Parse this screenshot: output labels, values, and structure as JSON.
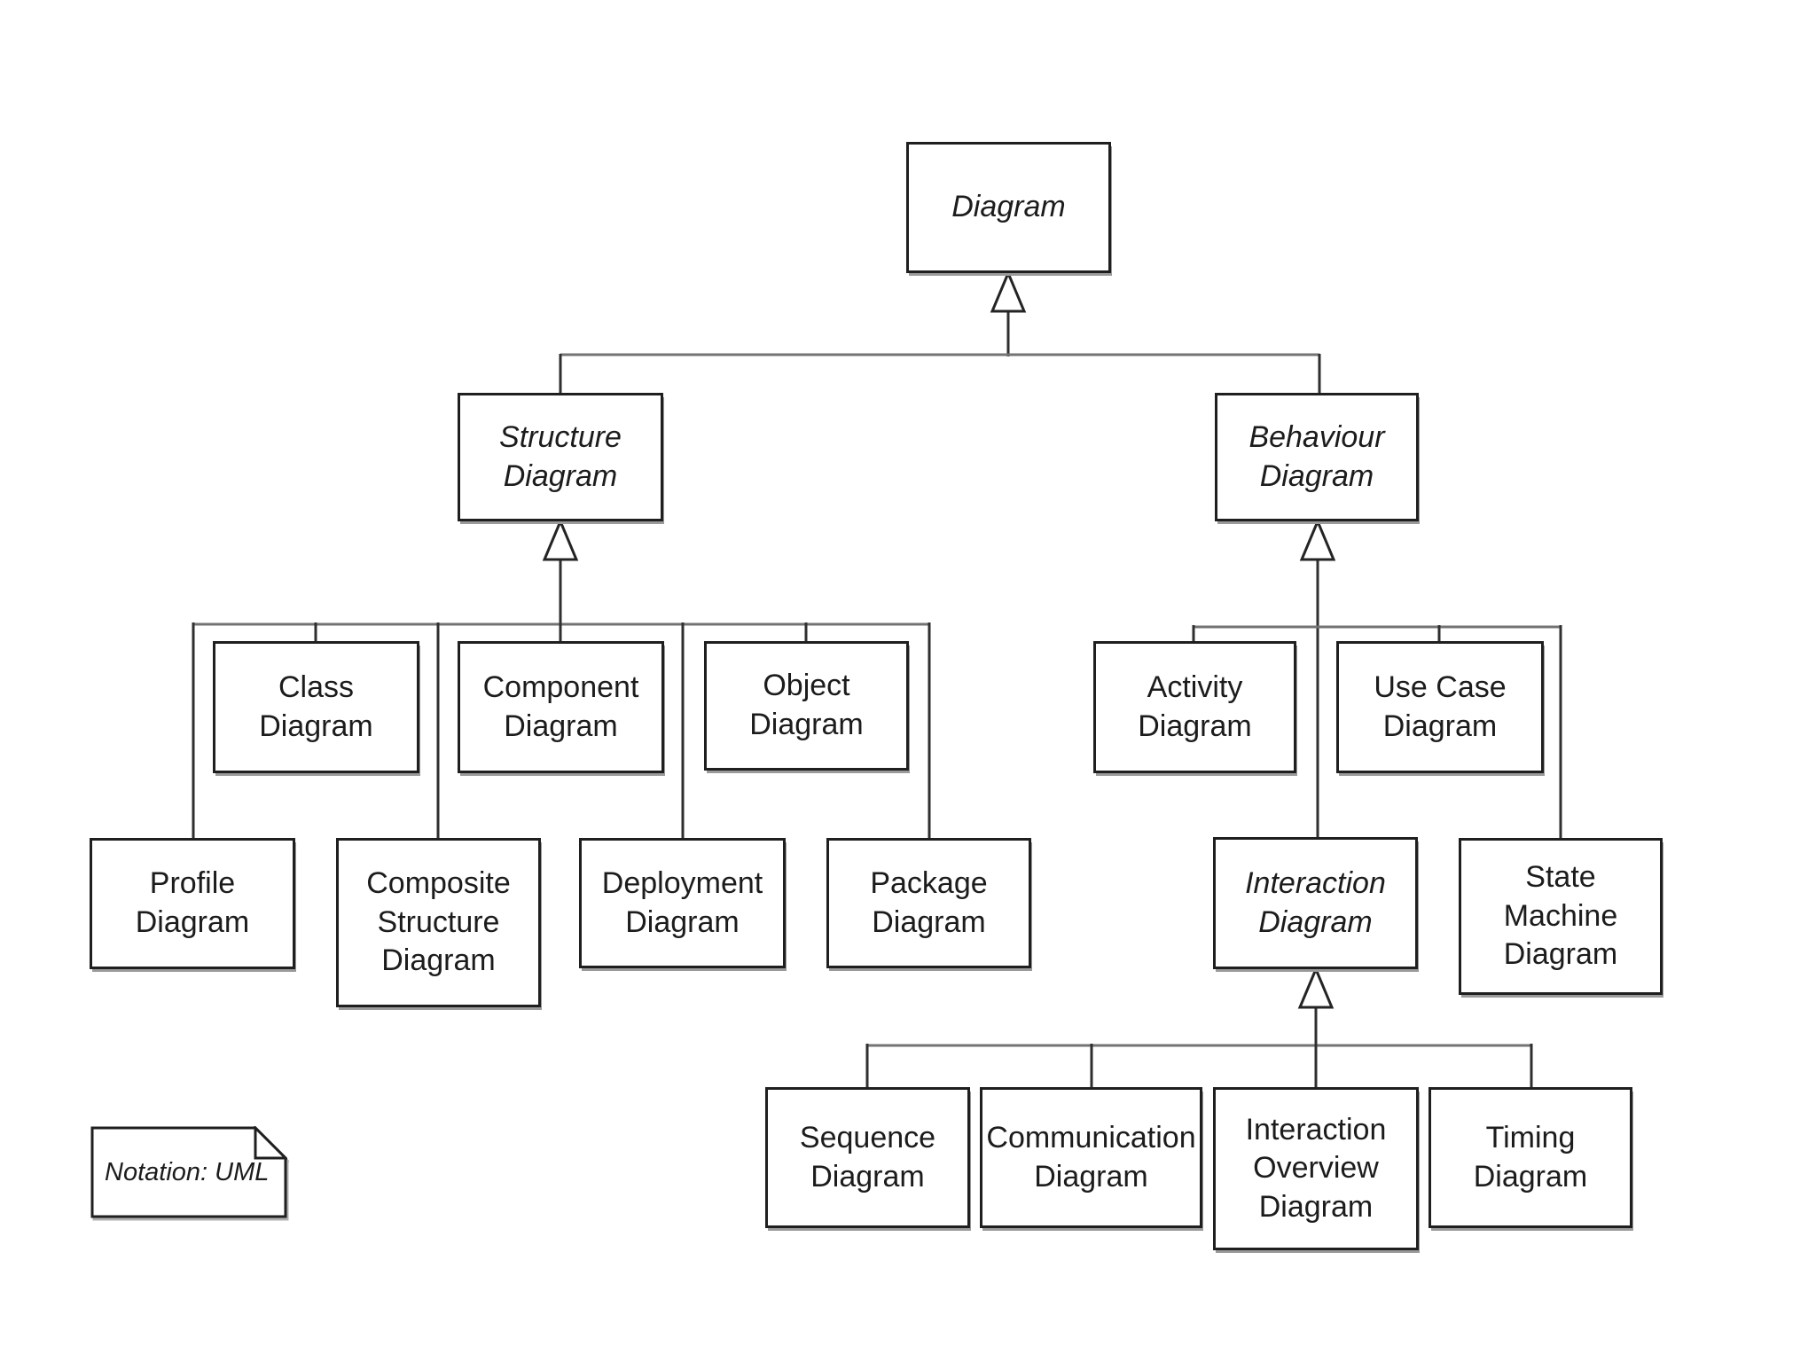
{
  "note": {
    "text": "Notation: UML"
  },
  "nodes": {
    "diagram": "Diagram",
    "structure": "Structure\nDiagram",
    "behaviour": "Behaviour\nDiagram",
    "class": "Class\nDiagram",
    "component": "Component\nDiagram",
    "object": "Object\nDiagram",
    "profile": "Profile\nDiagram",
    "composite_structure": "Composite\nStructure\nDiagram",
    "deployment": "Deployment\nDiagram",
    "package": "Package\nDiagram",
    "activity": "Activity\nDiagram",
    "use_case": "Use Case\nDiagram",
    "interaction": "Interaction\nDiagram",
    "state_machine": "State\nMachine\nDiagram",
    "sequence": "Sequence\nDiagram",
    "communication": "Communication\nDiagram",
    "interaction_overview": "Interaction\nOverview\nDiagram",
    "timing": "Timing\nDiagram"
  },
  "abstract_nodes": [
    "diagram",
    "structure",
    "behaviour",
    "interaction"
  ],
  "edges": [
    {
      "from": "structure",
      "to": "diagram",
      "type": "generalization"
    },
    {
      "from": "behaviour",
      "to": "diagram",
      "type": "generalization"
    },
    {
      "from": "class",
      "to": "structure",
      "type": "generalization"
    },
    {
      "from": "component",
      "to": "structure",
      "type": "generalization"
    },
    {
      "from": "object",
      "to": "structure",
      "type": "generalization"
    },
    {
      "from": "profile",
      "to": "structure",
      "type": "generalization"
    },
    {
      "from": "composite_structure",
      "to": "structure",
      "type": "generalization"
    },
    {
      "from": "deployment",
      "to": "structure",
      "type": "generalization"
    },
    {
      "from": "package",
      "to": "structure",
      "type": "generalization"
    },
    {
      "from": "activity",
      "to": "behaviour",
      "type": "generalization"
    },
    {
      "from": "use_case",
      "to": "behaviour",
      "type": "generalization"
    },
    {
      "from": "interaction",
      "to": "behaviour",
      "type": "generalization"
    },
    {
      "from": "state_machine",
      "to": "behaviour",
      "type": "generalization"
    },
    {
      "from": "sequence",
      "to": "interaction",
      "type": "generalization"
    },
    {
      "from": "communication",
      "to": "interaction",
      "type": "generalization"
    },
    {
      "from": "interaction_overview",
      "to": "interaction",
      "type": "generalization"
    },
    {
      "from": "timing",
      "to": "interaction",
      "type": "generalization"
    }
  ],
  "colors": {
    "background": "#ffffff",
    "box_border": "#1f1f1f",
    "connector_horizontal": "#737373",
    "connector_vertical": "#2f2f2f",
    "text": "#1c1c1c",
    "shadow": "#9a9a9a"
  }
}
